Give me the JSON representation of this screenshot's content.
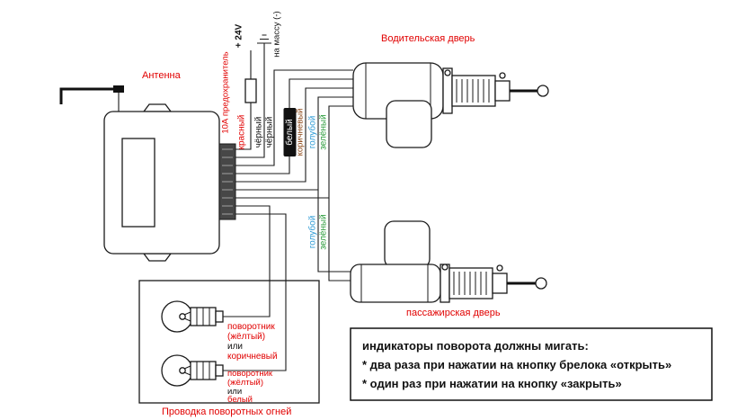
{
  "colors": {
    "red": "#e10000",
    "black": "#111111",
    "brown": "#8b4513",
    "blue": "#2e9bd6",
    "green": "#2f9e3f",
    "white": "#ffffff",
    "wire": "#1a1a1a"
  },
  "labels": {
    "antenna": "Антенна",
    "fuse": "10А предохранитель",
    "power": "+ 24V",
    "ground": "на массу (-)",
    "driver_door": "Водительская дверь",
    "passenger_door": "пассажирская дверь",
    "turn_wiring": "Проводка поворотных огней"
  },
  "wires": {
    "top": [
      {
        "text": "красный",
        "color": "#e10000"
      },
      {
        "text": "чёрный",
        "color": "#111111"
      },
      {
        "text": "чёрный",
        "color": "#111111"
      },
      {
        "text": "белый",
        "color": "#ffffff",
        "bg": "#111111"
      },
      {
        "text": "коричневый",
        "color": "#8b4513"
      },
      {
        "text": "голубой",
        "color": "#2e9bd6"
      },
      {
        "text": "зелёный",
        "color": "#2f9e3f"
      }
    ],
    "bottom": [
      {
        "text": "голубой",
        "color": "#2e9bd6"
      },
      {
        "text": "зелёный",
        "color": "#2f9e3f"
      }
    ]
  },
  "bulbs": {
    "bulb1": {
      "lines": [
        {
          "text": "поворотник",
          "color": "#e10000"
        },
        {
          "text": "(жёлтый)",
          "color": "#e10000"
        },
        {
          "text": "или",
          "color": "#111111"
        },
        {
          "text": "коричневый",
          "color": "#e10000"
        }
      ]
    },
    "bulb2": {
      "lines": [
        {
          "text": "поворотник",
          "color": "#e10000"
        },
        {
          "text": "(жёлтый)",
          "color": "#e10000"
        },
        {
          "text": "или",
          "color": "#111111"
        },
        {
          "text": "белый",
          "color": "#e10000"
        }
      ]
    }
  },
  "note": {
    "line1": "индикаторы поворота должны мигать:",
    "line2": "* два раза при нажатии на кнопку брелока «открыть»",
    "line3": "* один раз при нажатии на кнопку «закрыть»"
  }
}
